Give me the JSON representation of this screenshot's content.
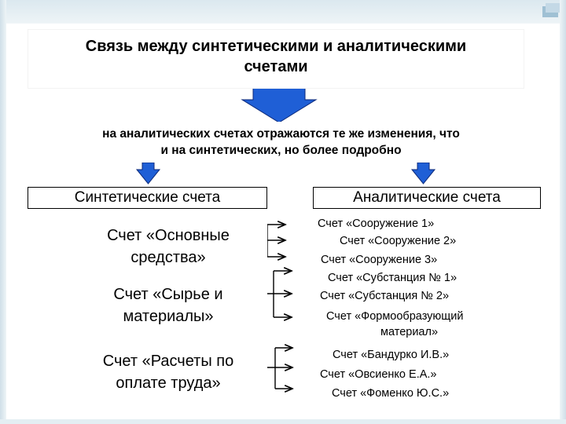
{
  "title": {
    "line1": "Связь между синтетическими и аналитическими",
    "line2": "счетами"
  },
  "description": {
    "line1": "на аналитических счетах отражаются те же изменения, что",
    "line2": "и на синтетических, но более подробно"
  },
  "headers": {
    "synthetic": "Синтетические счета",
    "analytic": "Аналитические счета"
  },
  "synthetic_accounts": [
    {
      "line1": "Счет «Основные",
      "line2": "средства»"
    },
    {
      "line1": "Счет «Сырье и",
      "line2": "материалы»"
    },
    {
      "line1": "Счет «Расчеты по",
      "line2": "оплате труда»"
    }
  ],
  "analytic_accounts": [
    "Счет «Сооружение 1»",
    "Счет «Сооружение 2»",
    "Счет «Сооружение 3»",
    "Счет «Субстанция № 1»",
    "Счет «Субстанция № 2»",
    "Счет «Формообразующий",
    "материал»",
    "Счет «Бандурко И.В.»",
    "Счет «Овсиенко Е.А.»",
    "Счет «Фоменко Ю.С.»"
  ],
  "colors": {
    "arrow_blue": "#1f5fd6",
    "frame": "#dbe8ef"
  }
}
